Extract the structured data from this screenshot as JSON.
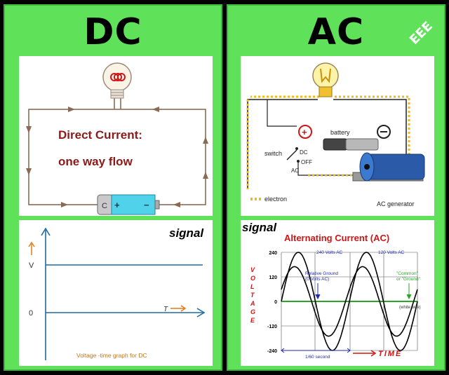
{
  "dc": {
    "title": "DC",
    "circuit_text_1": "Direct Current:",
    "circuit_text_2": "one way flow",
    "battery_plus": "+",
    "battery_minus": "−",
    "battery_cap": "C",
    "signal_label": "signal",
    "axis_v": "V",
    "axis_zero": "0",
    "axis_t": "T",
    "graph_caption": "Voltage -time graph for DC"
  },
  "ac": {
    "title": "AC",
    "badge": "EEE",
    "battery_label": "battery",
    "battery_plus": "+",
    "switch_label": "switch",
    "switch_dc": "DC",
    "switch_off": "OFF",
    "switch_ac": "AC",
    "electron_label": "electron",
    "generator_label": "AC generator",
    "signal_label": "signal",
    "chart_title": "Alternating Current (AC)",
    "ylabel": "VOLTAGE",
    "xlabel": "TIME",
    "annotations": {
      "v240_left": "240 Volts AC",
      "v120_right": "120 Volts AC",
      "ground_1": "Relative Ground",
      "ground_2": "(0 Volts AC)",
      "common_1": "\"Common\"",
      "common_2": "or \"Ground\"",
      "white_wire": "(white wire)",
      "period": "1/60 second"
    },
    "colors": {
      "title": "#d11414",
      "axis_label": "#d11414",
      "annotation": "#1f2aa8",
      "ground_line": "#2aa52a"
    }
  },
  "chart_data": {
    "type": "line",
    "title": "Alternating Current (AC)",
    "xlabel": "TIME",
    "ylabel": "VOLTAGE",
    "yticks": [
      240,
      120,
      0,
      -120,
      -240
    ],
    "ylim": [
      -240,
      240
    ],
    "x_period": "1/60 second",
    "cycles": 2,
    "series": [
      {
        "amplitude": 240
      },
      {
        "amplitude": 170
      }
    ]
  }
}
